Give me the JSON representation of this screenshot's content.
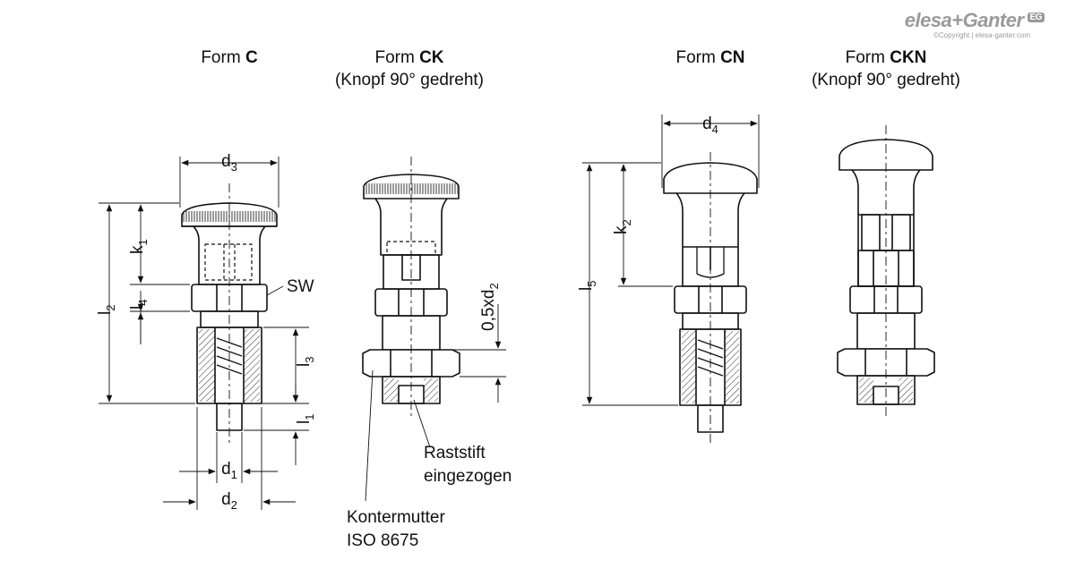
{
  "logo": {
    "text": "elesa+Ganter",
    "badge": "EG",
    "copyright": "©Copyright | elesa-ganter.com"
  },
  "forms": [
    {
      "prefix": "Form ",
      "code": "C",
      "note": ""
    },
    {
      "prefix": "Form ",
      "code": "CK",
      "note": "(Knopf 90° gedreht)"
    },
    {
      "prefix": "Form ",
      "code": "CN",
      "note": ""
    },
    {
      "prefix": "Form ",
      "code": "CKN",
      "note": "(Knopf 90° gedreht)"
    }
  ],
  "dims": {
    "d3": {
      "base": "d",
      "sub": "3"
    },
    "d4": {
      "base": "d",
      "sub": "4"
    },
    "d1": {
      "base": "d",
      "sub": "1"
    },
    "d2": {
      "base": "d",
      "sub": "2"
    },
    "k1": {
      "base": "k",
      "sub": "1"
    },
    "k2": {
      "base": "k",
      "sub": "2"
    },
    "l2": {
      "base": "l",
      "sub": "2"
    },
    "l4": {
      "base": "l",
      "sub": "4"
    },
    "l3": {
      "base": "l",
      "sub": "3"
    },
    "l1": {
      "base": "l",
      "sub": "1"
    },
    "l5": {
      "base": "l",
      "sub": "5"
    },
    "half_d2": {
      "base": "0,5xd",
      "sub": "2"
    },
    "sw": "SW"
  },
  "callouts": {
    "raststift_line1": "Raststift",
    "raststift_line2": "eingezogen",
    "kontermutter_line1": "Kontermutter",
    "kontermutter_line2": "ISO 8675"
  }
}
